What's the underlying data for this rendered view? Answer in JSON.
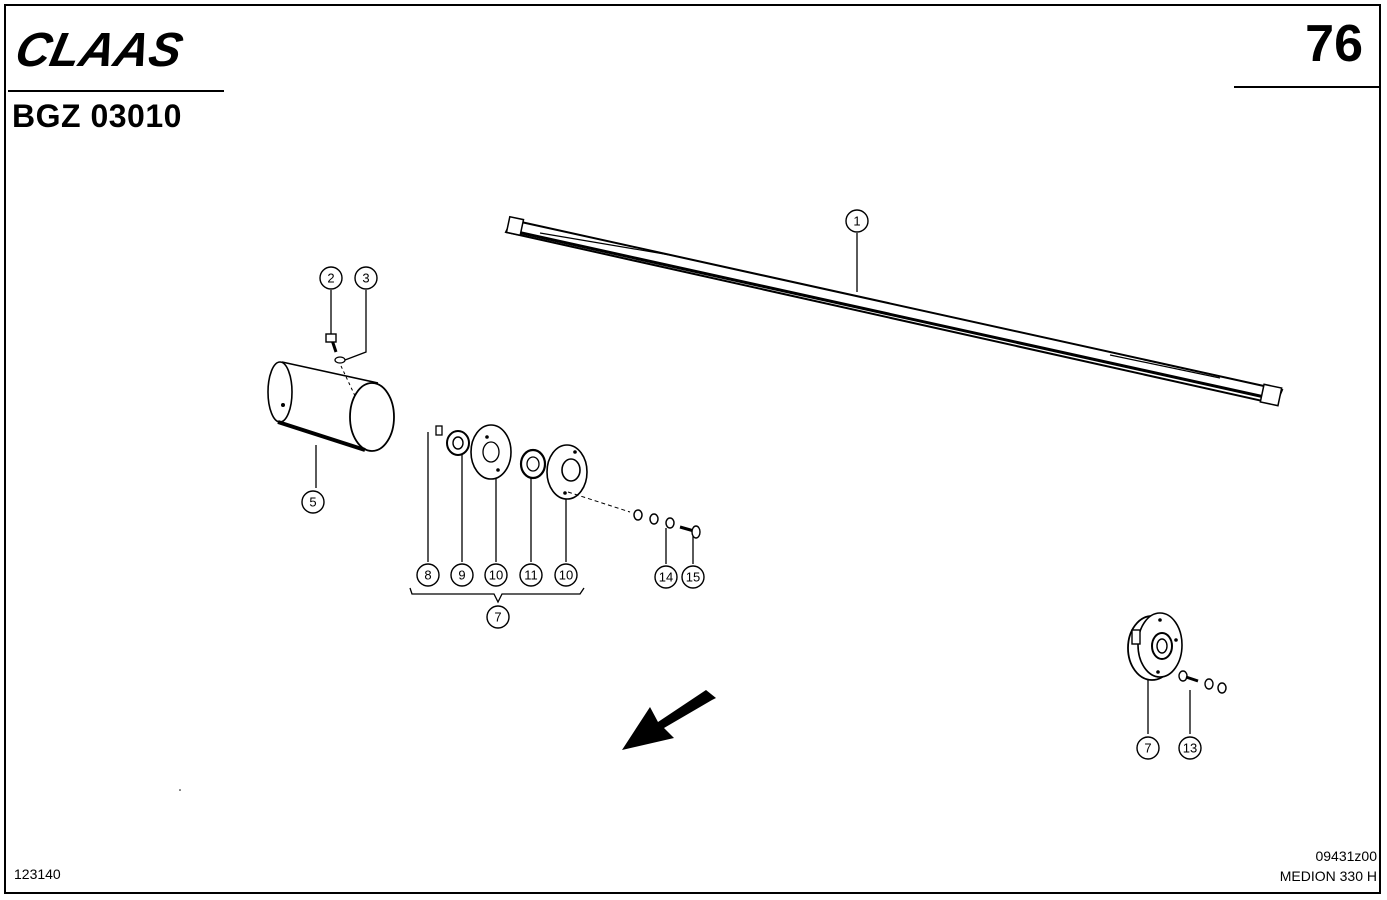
{
  "header": {
    "brand": "CLAAS",
    "page_number": "76",
    "doc_code": "BGZ 03010"
  },
  "footer": {
    "left_code": "123140",
    "drawing_code": "09431z00",
    "model": "MEDION 330 H"
  },
  "callouts": {
    "c1": "1",
    "c2": "2",
    "c3": "3",
    "c5": "5",
    "c8": "8",
    "c9": "9",
    "c10a": "10",
    "c11": "11",
    "c10b": "10",
    "c14": "14",
    "c15": "15",
    "c7a": "7",
    "c7b": "7",
    "c13": "13"
  }
}
